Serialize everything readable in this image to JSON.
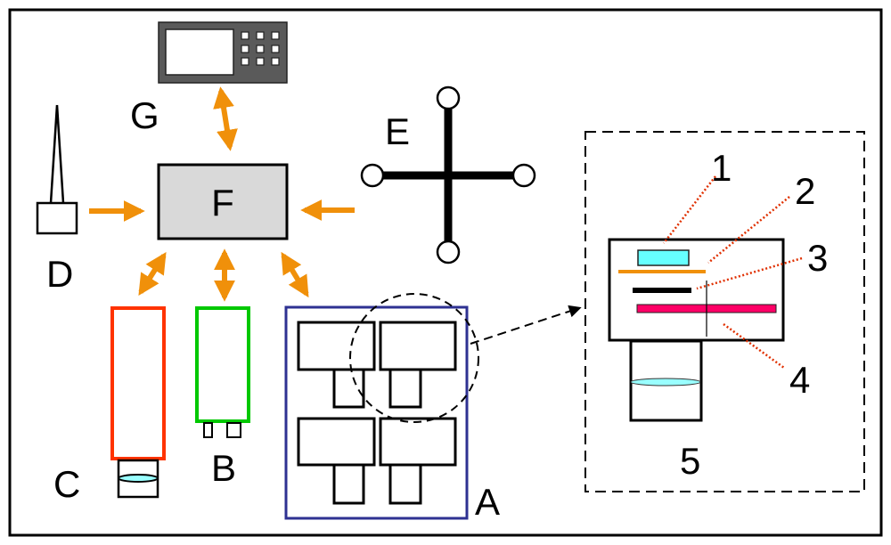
{
  "labels": {
    "A": "A",
    "B": "B",
    "C": "C",
    "D": "D",
    "E": "E",
    "F": "F",
    "G": "G",
    "n1": "1",
    "n2": "2",
    "n3": "3",
    "n4": "4",
    "n5": "5"
  },
  "colors": {
    "arrow": "#f0900a",
    "camera_array_frame": "#2e3192",
    "C_frame": "#ff3300",
    "B_frame": "#00c800",
    "F_fill": "#d9d9d9",
    "G_body": "#5a5a5a",
    "filter_cyan": "#66ffff",
    "layer_orange": "#f0900a",
    "layer_pink": "#ff0066",
    "leader": "#e03000"
  }
}
